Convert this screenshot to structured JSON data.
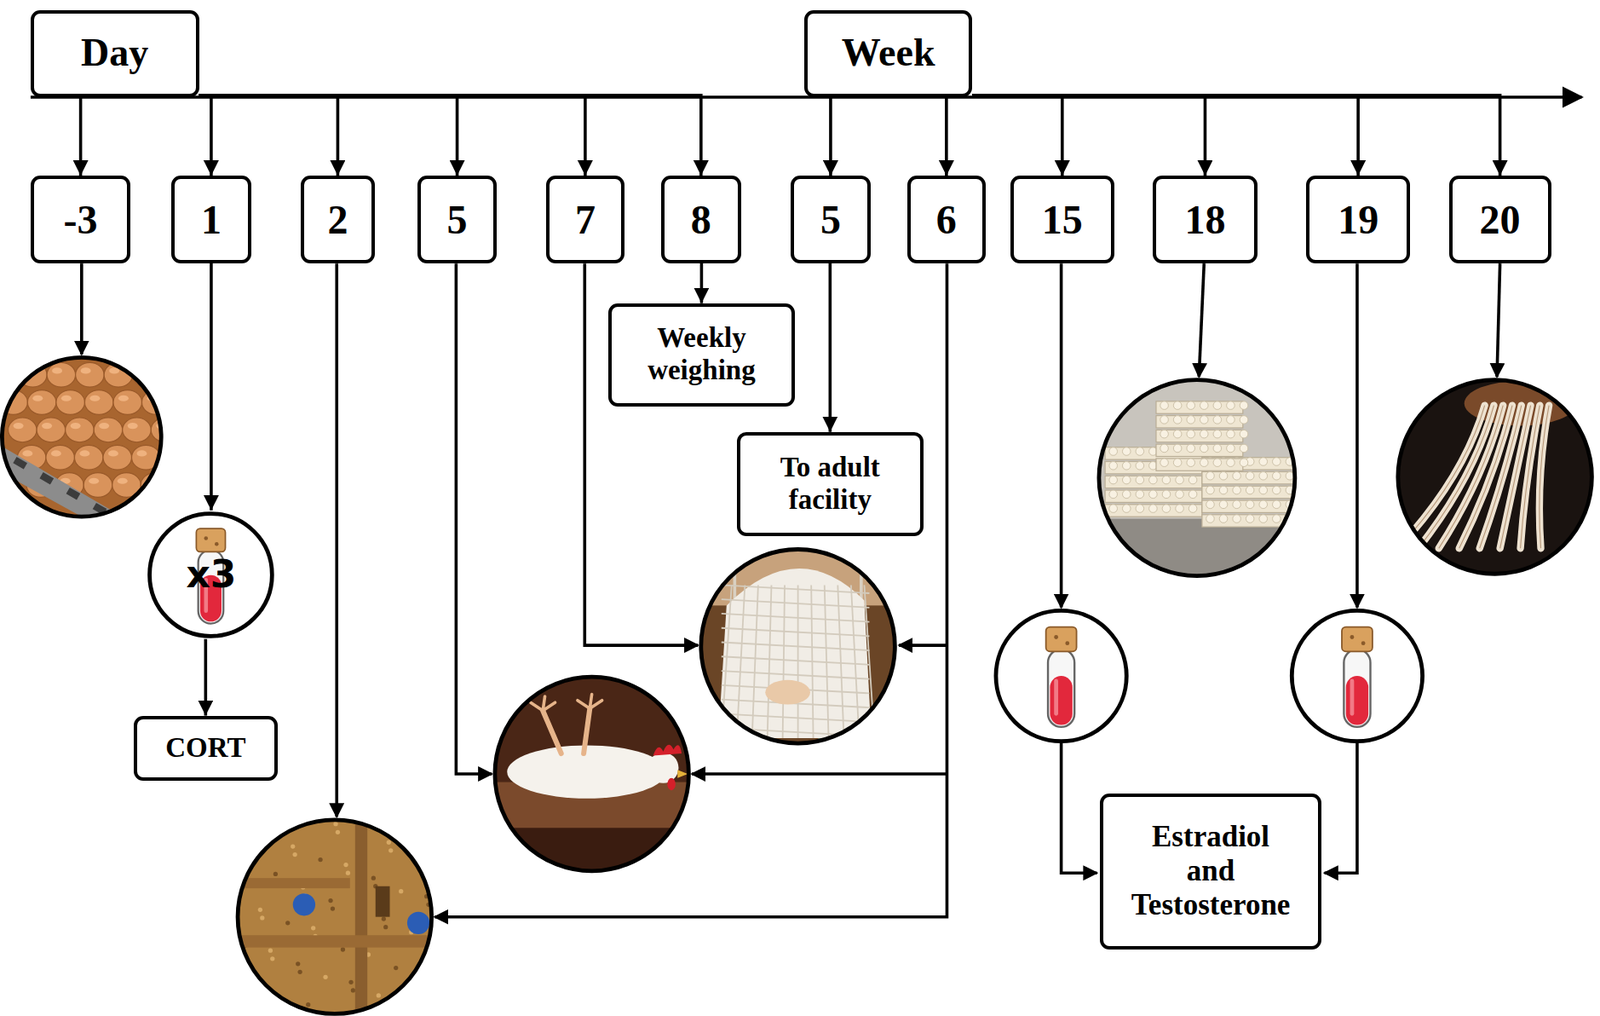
{
  "diagram": {
    "nodes": [
      {
        "text": [
          "Day"
        ]
      },
      {
        "text": [
          "Week"
        ]
      },
      {
        "text": [
          "-3"
        ]
      },
      {
        "text": [
          "1"
        ]
      },
      {
        "text": [
          "2"
        ]
      },
      {
        "text": [
          "5"
        ]
      },
      {
        "text": [
          "7"
        ]
      },
      {
        "text": [
          "8"
        ]
      },
      {
        "text": [
          "5"
        ]
      },
      {
        "text": [
          "6"
        ]
      },
      {
        "text": [
          "15"
        ]
      },
      {
        "text": [
          "18"
        ]
      },
      {
        "text": [
          "19"
        ]
      },
      {
        "text": [
          "20"
        ]
      },
      {
        "text": [
          "Weekly weighing"
        ]
      },
      {
        "text": [
          "To adult facility"
        ]
      },
      {
        "text": [
          "x3"
        ]
      },
      {
        "text": [
          "CORT"
        ]
      },
      {
        "text": [
          "Estradiol and Testosterone"
        ]
      }
    ],
    "edges": [
      {
        "from": 0,
        "to": 2,
        "arrow": "to"
      },
      {
        "from": 0,
        "to": 3,
        "arrow": "to"
      },
      {
        "from": 0,
        "to": 4,
        "arrow": "to"
      },
      {
        "from": 0,
        "to": 5,
        "arrow": "to"
      },
      {
        "from": 0,
        "to": 6,
        "arrow": "to"
      },
      {
        "from": 0,
        "to": 7,
        "arrow": "to"
      },
      {
        "from": 1,
        "to": 8,
        "arrow": "to"
      },
      {
        "from": 1,
        "to": 9,
        "arrow": "to"
      },
      {
        "from": 1,
        "to": 10,
        "arrow": "to"
      },
      {
        "from": 1,
        "to": 11,
        "arrow": "to"
      },
      {
        "from": 1,
        "to": 12,
        "arrow": "to"
      },
      {
        "from": 1,
        "to": 13,
        "arrow": "to"
      },
      {
        "from": 7,
        "to": 14,
        "arrow": "to"
      },
      {
        "from": 8,
        "to": 15,
        "arrow": "to"
      },
      {
        "from": 3,
        "to": 16,
        "arrow": "to"
      },
      {
        "from": 16,
        "to": 17,
        "arrow": "to"
      }
    ]
  }
}
